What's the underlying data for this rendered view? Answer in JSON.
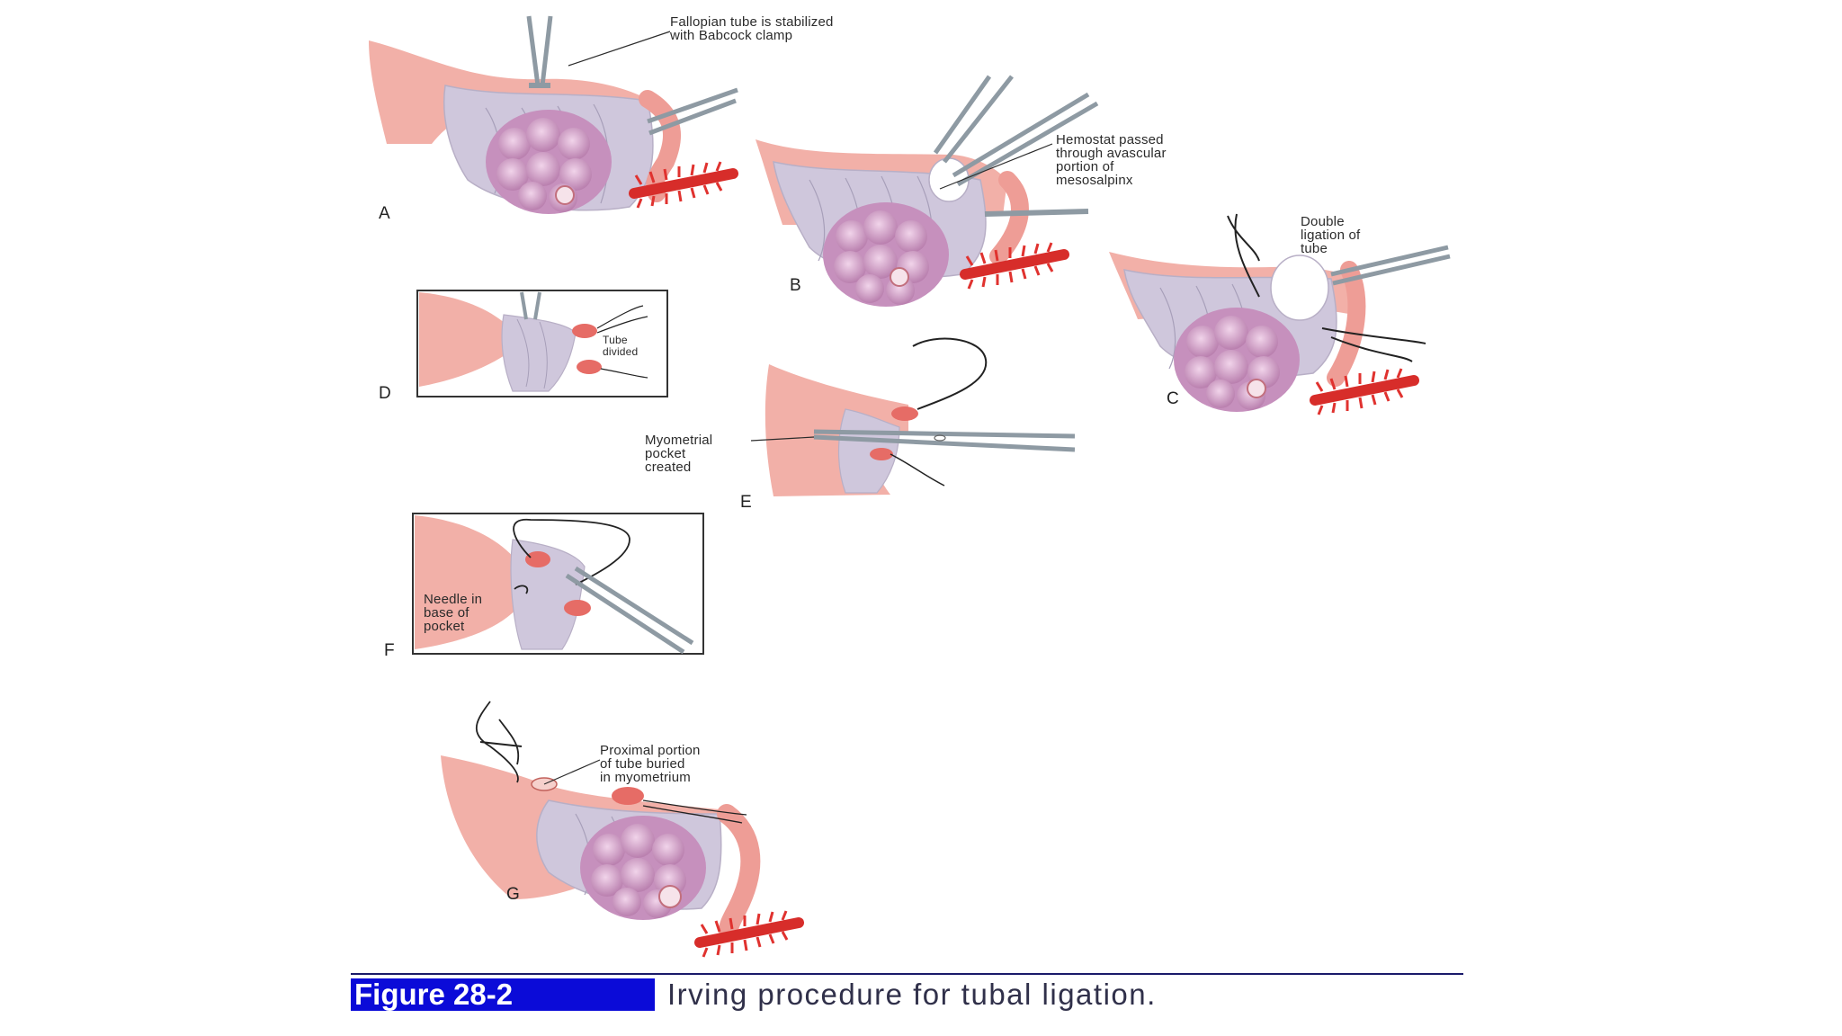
{
  "callouts": {
    "a": [
      "Fallopian tube is stabilized",
      "with Babcock clamp"
    ],
    "b": [
      "Hemostat passed",
      "through avascular",
      "portion of",
      "mesosalpinx"
    ],
    "c": [
      "Double",
      "ligation of",
      "tube"
    ],
    "d": [
      "Tube",
      "divided"
    ],
    "e": [
      "Myometrial",
      "pocket",
      "created"
    ],
    "f": [
      "Needle in",
      "base of",
      "pocket"
    ],
    "g": [
      "Proximal portion",
      "of tube buried",
      "in  myometrium"
    ]
  },
  "panel_letters": [
    "A",
    "B",
    "C",
    "D",
    "E",
    "F",
    "G"
  ],
  "caption": {
    "label": "Figure 28-2",
    "text": "Irving procedure for tubal ligation."
  },
  "colors": {
    "tissue": "#f2b0a8",
    "tissue_dark": "#d8766c",
    "mesosalpinx": "#cfc7dc",
    "ovary": "#cf9dc4",
    "fimbria": "#e0322f",
    "instrument": "#8e9aa3",
    "label_bg": "#0b0bd8"
  }
}
